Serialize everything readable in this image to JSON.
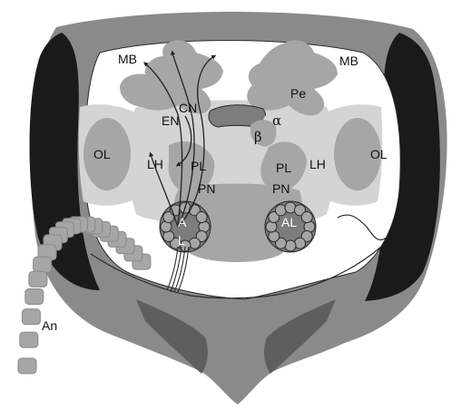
{
  "labels": {
    "mb_left": "MB",
    "mb_right": "MB",
    "pe": "Pe",
    "alpha": "α",
    "beta": "β",
    "cn": "CN",
    "en": "EN",
    "ol_left": "OL",
    "ol_right": "OL",
    "lh_left": "LH",
    "lh_right": "LH",
    "pl_left": "PL",
    "pl_right": "PL",
    "pn_left": "PN",
    "pn_right": "PN",
    "al_a": "A",
    "al_l": "L",
    "al_right": "AL",
    "an": "An"
  },
  "colors": {
    "head_capsule": "#8a8a8a",
    "eye": "#1a1a1a",
    "cavity": "#ffffff",
    "brain_light": "#d4d4d4",
    "neuropil": "#a6a6a6",
    "neuropil_dark": "#7d7d7d",
    "mandible": "#5e5e5e",
    "line": "#2a2a2a"
  }
}
